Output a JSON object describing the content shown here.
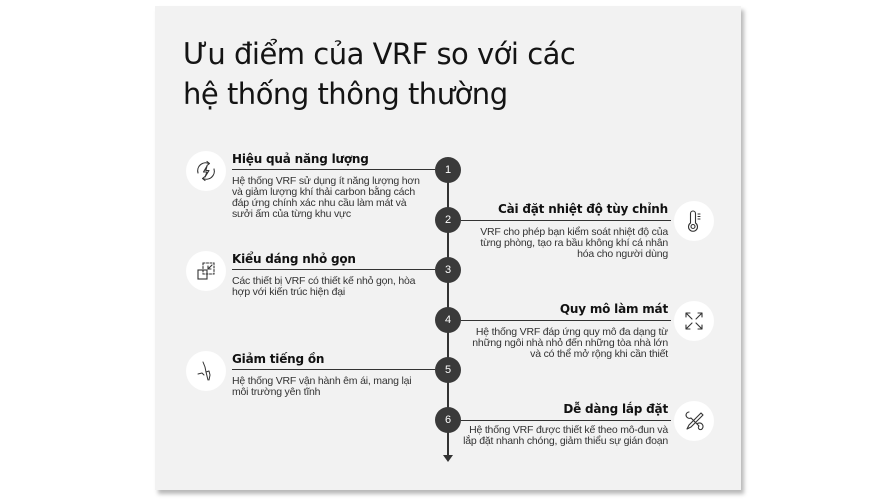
{
  "title": {
    "line1": "Ưu điểm của VRF so với các",
    "line2": "hệ thống thông thường"
  },
  "items": [
    {
      "number": "1",
      "side": "left",
      "icon": "energy-cycle-bolt-icon",
      "title": "Hiệu quả năng lượng",
      "description": "Hệ thống VRF sử dụng ít năng lượng hơn và giảm lượng khí thải carbon bằng cách đáp ứng chính xác nhu cầu làm mát và sưởi ấm của từng khu vực"
    },
    {
      "number": "2",
      "side": "right",
      "icon": "thermometer-icon",
      "title": "Cài đặt nhiệt độ tùy chỉnh",
      "description": "VRF cho phép bạn kiểm soát nhiệt độ của từng phòng, tạo ra bầu không khí cá nhân hóa cho người dùng"
    },
    {
      "number": "3",
      "side": "left",
      "icon": "resize-shrink-icon",
      "title": "Kiểu dáng nhỏ gọn",
      "description": "Các thiết bị VRF có thiết kế nhỏ gọn, hòa hợp với kiến trúc hiện đại"
    },
    {
      "number": "4",
      "side": "right",
      "icon": "expand-arrows-icon",
      "title": "Quy mô làm mát",
      "description": "Hệ thống VRF đáp ứng quy mô đa dạng từ những ngôi nhà nhỏ đến những tòa nhà lớn và có thể mở rộng khi cần thiết"
    },
    {
      "number": "5",
      "side": "left",
      "icon": "quiet-hand-gesture-icon",
      "title": "Giảm tiếng ồn",
      "description": "Hệ thống VRF vận hành êm ái, mang lại môi trường yên tĩnh"
    },
    {
      "number": "6",
      "side": "right",
      "icon": "wrench-screwdriver-icon",
      "title": "Dễ dàng lắp đặt",
      "description": "Hệ thống VRF được thiết kế theo mô-đun và lắp đặt nhanh chóng, giảm thiểu sự gián đoạn"
    }
  ],
  "colors": {
    "card_background": "#f2f2f2",
    "node_fill": "#3a3a3a",
    "line": "#333333",
    "icon_disc": "#ffffff"
  }
}
